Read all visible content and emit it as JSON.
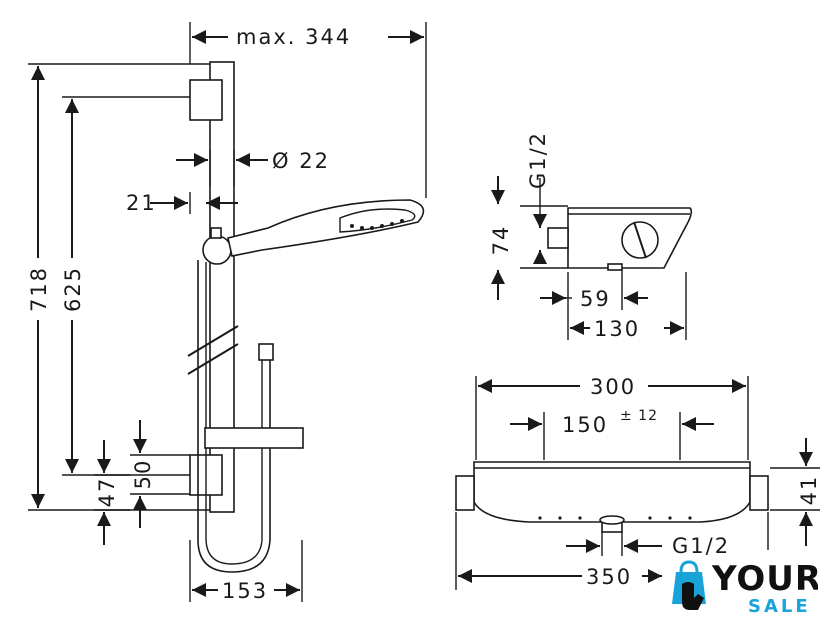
{
  "dimensions": {
    "max_width": "max. 344",
    "diameter": "Ø 22",
    "offset_21": "21",
    "height_718": "718",
    "height_625": "625",
    "height_50": "50",
    "height_47": "47",
    "width_153": "153",
    "thread_top": "G1/2",
    "height_74": "74",
    "depth_59": "59",
    "depth_130": "130",
    "width_300": "300",
    "spacing_150": "150",
    "tolerance": "± 12",
    "height_41": "41",
    "thread_bottom": "G1/2",
    "width_350": "350"
  },
  "logo": {
    "word1": "YOUR",
    "word2": "SALE",
    "icon": "shopping-bag-hand-icon",
    "brand_color": "#1aa3d9"
  }
}
